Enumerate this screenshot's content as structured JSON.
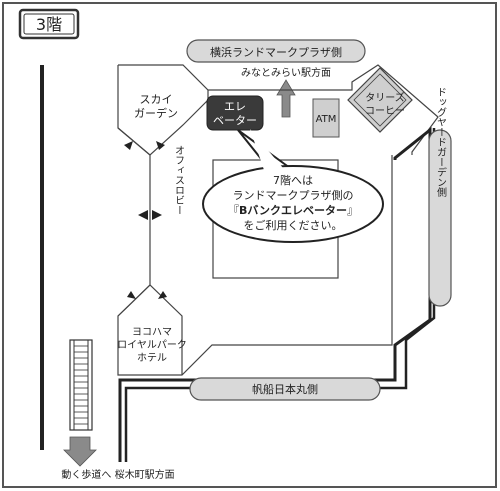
{
  "floor_badge": "3階",
  "labels": {
    "landmark_plaza_top": "横浜ランドマークプラザ側",
    "minatomirai_station": "みなとみらい駅方面",
    "sky_garden_l1": "スカイ",
    "sky_garden_l2": "ガーデン",
    "elevator_l1": "エレ",
    "elevator_l2": "ベーター",
    "atm": "ATM",
    "tullys_l1": "タリーズ",
    "tullys_l2": "コーヒー",
    "dog_yard_garden": "ドッグヤードガーデン側",
    "office_lobby": "オフィスロビー",
    "yokohama_royal_park_l1": "ヨコハマ",
    "yokohama_royal_park_l2": "ロイヤルパーク",
    "yokohama_royal_park_l3": "ホテル",
    "nippon_maru": "帆船日本丸側",
    "moving_walkway": "動く歩道へ 桜木町駅方面"
  },
  "callout": {
    "line1": "7階へは",
    "line2": "ランドマークプラザ側の",
    "line3_open": "『",
    "line3_bold": "Bバンクエレベーター",
    "line3_close": "』",
    "line4": "をご利用ください。"
  },
  "colors": {
    "elevator_fill": "#3a3a3a",
    "arrow_fill": "#8a8a8a",
    "pill_fill": "#d9d9d9",
    "atm_fill": "#cfcfcf"
  }
}
